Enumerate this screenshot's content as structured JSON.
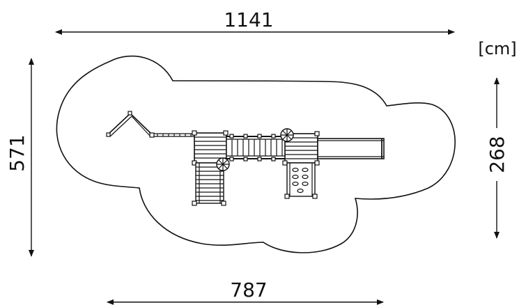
{
  "dimensions": {
    "total_length": "1141",
    "total_width": "571",
    "structure_width": "268",
    "lower_length": "787",
    "unit": "[cm]"
  },
  "colors": {
    "line": "#111111",
    "background": "#ffffff"
  }
}
